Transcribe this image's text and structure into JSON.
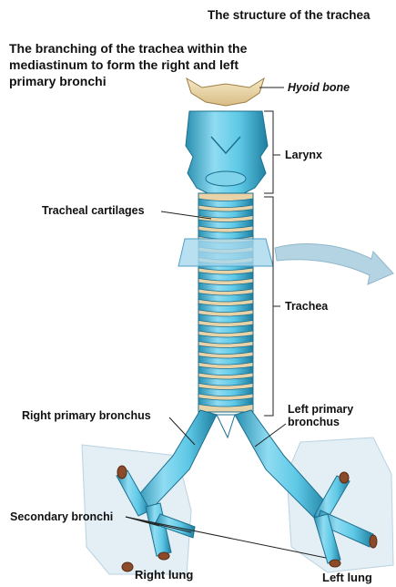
{
  "title": "The structure of the trachea",
  "subtitle": "The branching of the trachea within the mediastinum to form the right and left primary bronchi",
  "labels": {
    "hyoid": "Hyoid bone",
    "larynx": "Larynx",
    "tracheal_cartilages": "Tracheal cartilages",
    "trachea": "Trachea",
    "right_primary": "Right primary bronchus",
    "left_primary_1": "Left primary",
    "left_primary_2": "bronchus",
    "secondary": "Secondary bronchi",
    "right_lung": "Right lung",
    "left_lung": "Left lung"
  },
  "colors": {
    "cartilage": "#5ec9e6",
    "cartilage_dark": "#2a8fb0",
    "gap": "#e8d3a8",
    "bone": "#efdcb0",
    "plane": "#a6d8ee",
    "lung": "#d7e7f0",
    "arrow": "#b5d4e3"
  }
}
